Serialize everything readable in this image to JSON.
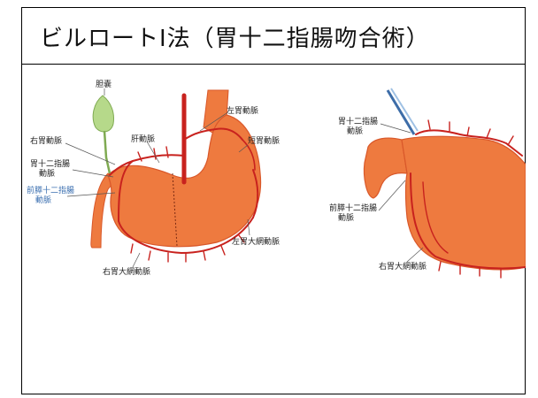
{
  "slide": {
    "title": "ビルロートI法（胃十二指腸吻合術）"
  },
  "figure_left": {
    "labels": {
      "gallbladder": "胆嚢",
      "right_gastric_artery": "右胃動脈",
      "hepatic_artery": "肝動脈",
      "left_gastric_artery": "左胃動脈",
      "short_gastric_artery": "短胃動脈",
      "gastroduodenal_artery": "胃十二指腸\n動脈",
      "anterior_pancreaticoduodenal_artery": "前膵十二指腸\n動脈",
      "left_gastroepiploic_artery": "左胃大網動脈",
      "right_gastroepiploic_artery": "右胃大網動脈"
    }
  },
  "figure_right": {
    "labels": {
      "gastroduodenal_artery": "胃十二指腸\n動脈",
      "anterior_pancreaticoduodenal_artery": "前膵十二指腸\n動脈",
      "right_gastroepiploic_artery": "右胃大網動脈"
    }
  },
  "colors": {
    "stomach": "#ee7a3f",
    "stomach_dark": "#d9582a",
    "artery": "#c8221e",
    "gallbladder": "#b6d98a",
    "highlight_label": "#3b6fb0"
  }
}
